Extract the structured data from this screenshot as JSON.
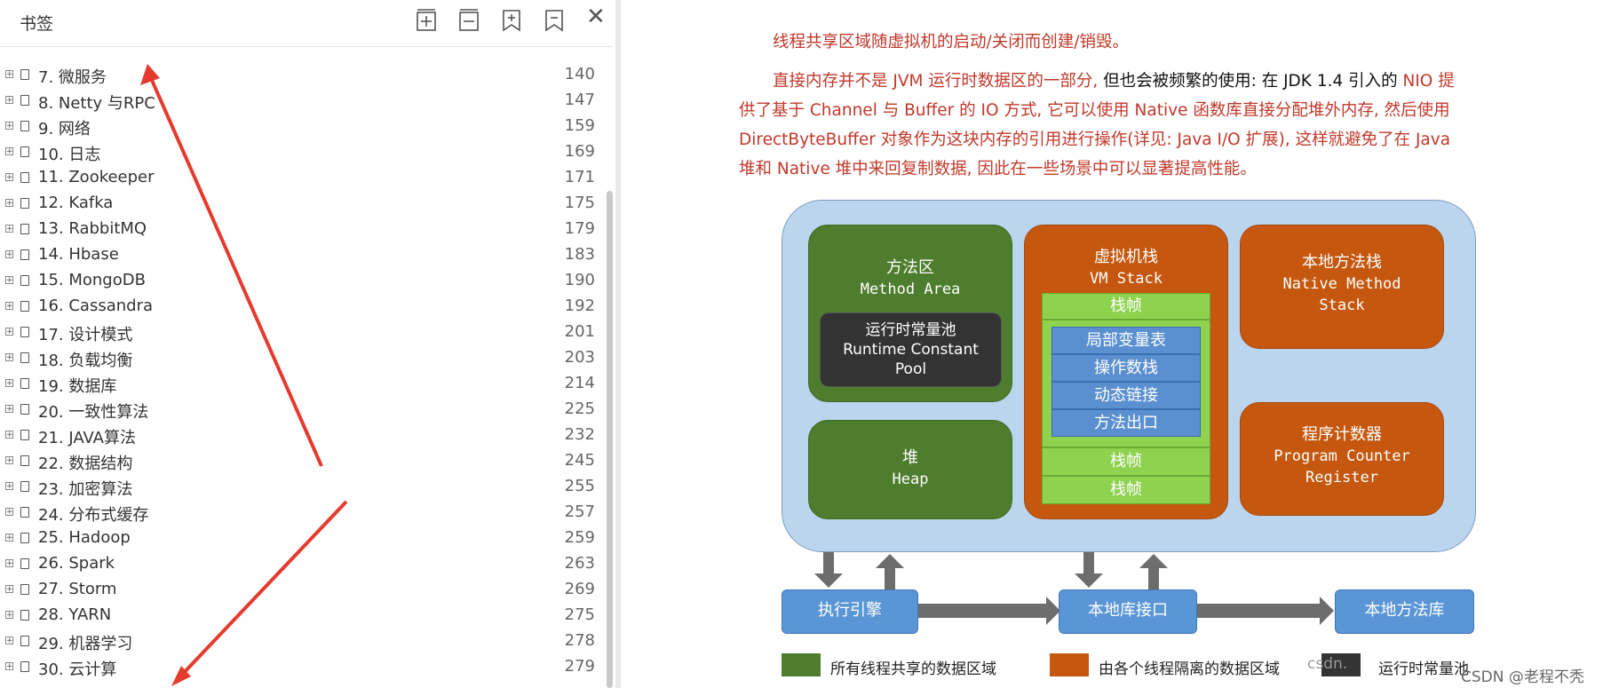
{
  "panel": {
    "title": "书签",
    "close": "✕",
    "items": [
      {
        "label": "7.   微服务",
        "page": "140"
      },
      {
        "label": "8. Netty 与RPC",
        "page": "147"
      },
      {
        "label": "9. 网络",
        "page": "159"
      },
      {
        "label": "10. 日志",
        "page": "169"
      },
      {
        "label": "11. Zookeeper",
        "page": "171"
      },
      {
        "label": "12. Kafka",
        "page": "175"
      },
      {
        "label": "13. RabbitMQ",
        "page": "179"
      },
      {
        "label": "14. Hbase",
        "page": "183"
      },
      {
        "label": "15. MongoDB",
        "page": "190"
      },
      {
        "label": "16. Cassandra",
        "page": "192"
      },
      {
        "label": "17. 设计模式",
        "page": "201"
      },
      {
        "label": "18. 负载均衡",
        "page": "203"
      },
      {
        "label": "19. 数据库",
        "page": "214"
      },
      {
        "label": "20. 一致性算法",
        "page": "225"
      },
      {
        "label": "21. JAVA算法",
        "page": "232"
      },
      {
        "label": "22. 数据结构",
        "page": "245"
      },
      {
        "label": "23. 加密算法",
        "page": "255"
      },
      {
        "label": "24. 分布式缓存",
        "page": "257"
      },
      {
        "label": "25. Hadoop",
        "page": "259"
      },
      {
        "label": "26. Spark",
        "page": "263"
      },
      {
        "label": "27. Storm",
        "page": "269"
      },
      {
        "label": "28. YARN",
        "page": "275"
      },
      {
        "label": "29. 机器学习",
        "page": "278"
      },
      {
        "label": "30. 云计算",
        "page": "279"
      }
    ]
  },
  "doc": {
    "line1": "线程共享区域随虚拟机的启动/关闭而创建/销毁。",
    "p2_red1": "直接内存并不是 JVM 运行时数据区的一部分, ",
    "p2_black1": "但也会被频繁的使用: 在 JDK 1.4 引入的 ",
    "p2_red2": "NIO 提",
    "p2_line2": "供了基于 Channel 与 Buffer 的 IO 方式, 它可以使用 Native 函数库直接分配堆外内存, 然后使用",
    "p2_line3": "DirectByteBuffer 对象作为这块内存的引用进行操作(详见: Java I/O 扩展), 这样就避免了在 Java",
    "p2_line4": "堆和 Native 堆中来回复制数据, 因此在一些场景中可以显著提高性能。"
  },
  "diagram": {
    "method_area_cn": "方法区",
    "method_area_en": "Method Area",
    "rcp_cn": "运行时常量池",
    "rcp_en1": "Runtime Constant",
    "rcp_en2": "Pool",
    "heap_cn": "堆",
    "heap_en": "Heap",
    "vm_stack_cn": "虚拟机栈",
    "vm_stack_en": "VM Stack",
    "frame": "栈帧",
    "local_vars": "局部变量表",
    "operand_stack": "操作数栈",
    "dynamic_link": "动态链接",
    "method_exit": "方法出口",
    "native_stack_cn": "本地方法栈",
    "native_stack_en1": "Native Method",
    "native_stack_en2": "Stack",
    "pc_cn": "程序计数器",
    "pc_en1": "Program Counter",
    "pc_en2": "Register",
    "exec_engine": "执行引擎",
    "native_iface": "本地库接口",
    "native_lib": "本地方法库",
    "legend_shared": "所有线程共享的数据区域",
    "legend_isolated": "由各个线程隔离的数据区域",
    "legend_rcp": "运行时常量池",
    "colors": {
      "green": "#4e7d2e",
      "orange": "#c5580e",
      "dark": "#333333",
      "blue": "#5a96d6"
    }
  },
  "watermark": {
    "text1": "csdn.",
    "text2": "CSDN @老程不秃"
  }
}
